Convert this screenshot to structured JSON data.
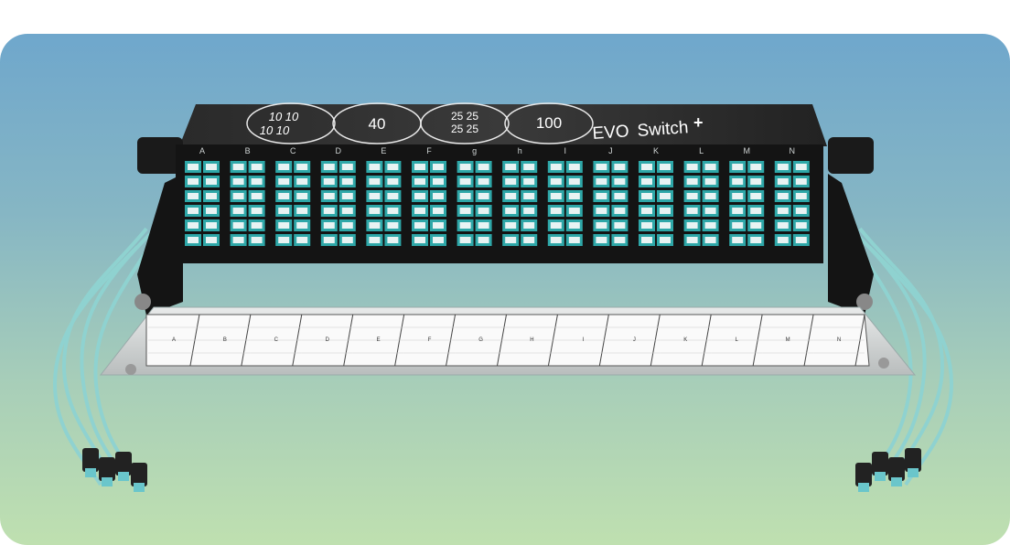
{
  "panel": {
    "badges": [
      {
        "line1": "10 10",
        "line2": "10 10"
      },
      {
        "line1": "40",
        "line2": ""
      },
      {
        "line1": "25 25",
        "line2": "25 25"
      },
      {
        "line1": "100",
        "line2": ""
      }
    ],
    "brand": "EVO",
    "product": "Switch",
    "plus": "+",
    "columns": [
      "A",
      "B",
      "C",
      "D",
      "E",
      "F",
      "g",
      "h",
      "I",
      "J",
      "K",
      "L",
      "M",
      "N"
    ],
    "tray_labels": [
      "A",
      "B",
      "C",
      "D",
      "E",
      "F",
      "G",
      "H",
      "I",
      "J",
      "K",
      "L",
      "M",
      "N"
    ]
  },
  "colors": {
    "background_top": "#6fa7cc",
    "background_bottom": "#bfe0b0",
    "chassis": "#1b1b1b",
    "port": "#2ea7a8",
    "cable": "#8fd2d0"
  }
}
